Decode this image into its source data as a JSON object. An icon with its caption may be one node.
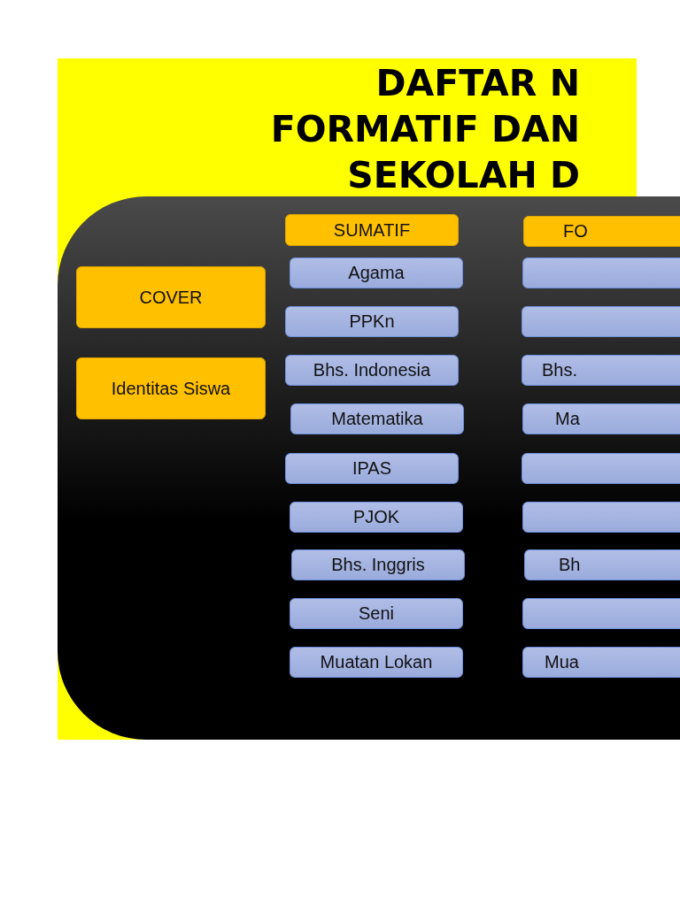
{
  "diagram": {
    "title": "DAFTAR N FORMATIF DAN SEKOLAH D",
    "nodes": [
      {
        "text": [],
        "shape": "box"
      },
      {
        "text": [
          "COVER"
        ],
        "in": 0
      },
      {
        "text": [
          "Identitas Siswa"
        ],
        "in": 0
      },
      {
        "text": [
          "SUMATIF"
        ],
        "in": 0
      },
      {
        "text": [
          "Agama"
        ],
        "in": 0
      },
      {
        "text": [
          "PPKn"
        ],
        "in": 0
      },
      {
        "text": [
          "Bhs. Indonesia"
        ],
        "in": 0
      },
      {
        "text": [
          "Matematika"
        ],
        "in": 0
      },
      {
        "text": [
          "IPAS"
        ],
        "in": 0
      },
      {
        "text": [
          "PJOK"
        ],
        "in": 0
      },
      {
        "text": [
          "Bhs. Inggris"
        ],
        "in": 0
      },
      {
        "text": [
          "Seni"
        ],
        "in": 0
      },
      {
        "text": [
          "Muatan Lokan"
        ],
        "in": 0
      },
      {
        "text": [
          "FO"
        ],
        "in": 0
      },
      {
        "text": [],
        "shape": "box",
        "in": 0
      },
      {
        "text": [],
        "shape": "box",
        "in": 0
      },
      {
        "text": [
          "Bhs."
        ],
        "in": 0
      },
      {
        "text": [
          "Ma"
        ],
        "in": 0
      },
      {
        "text": [],
        "shape": "box",
        "in": 0
      },
      {
        "text": [],
        "shape": "box",
        "in": 0
      },
      {
        "text": [
          "Bh"
        ],
        "in": 0
      },
      {
        "text": [],
        "shape": "box",
        "in": 0
      },
      {
        "text": [
          "Mua"
        ],
        "in": 0
      }
    ],
    "edges": []
  }
}
